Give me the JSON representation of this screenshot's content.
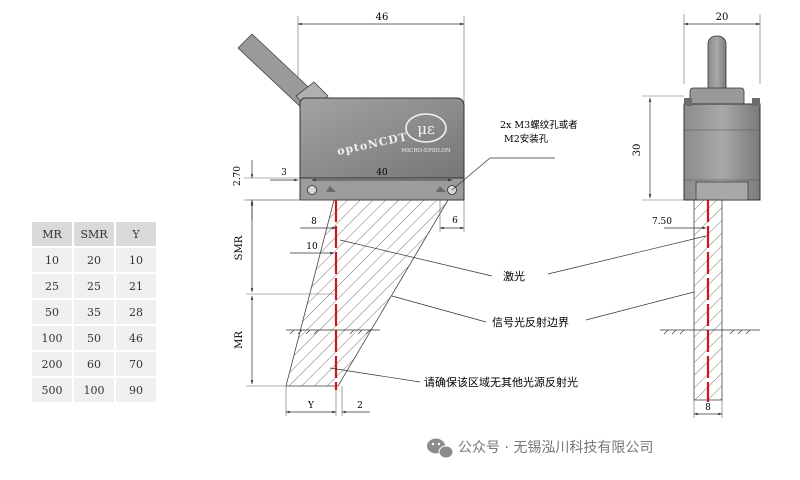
{
  "table": {
    "headers": [
      "MR",
      "SMR",
      "Y"
    ],
    "rows": [
      [
        "10",
        "20",
        "10"
      ],
      [
        "25",
        "25",
        "21"
      ],
      [
        "50",
        "35",
        "28"
      ],
      [
        "100",
        "50",
        "46"
      ],
      [
        "200",
        "60",
        "70"
      ],
      [
        "500",
        "100",
        "90"
      ]
    ]
  },
  "dims": {
    "width_top": "46",
    "side_width": "20",
    "hole_offset": "3",
    "hole_spacing": "40",
    "height_270": "2.70",
    "side_height": "30",
    "offset_8": "8",
    "offset_10": "10",
    "right_6": "6",
    "side_750": "7.50",
    "side_bottom": "8",
    "y_label": "Y",
    "bottom_2": "2",
    "smr_label": "SMR",
    "mr_label": "MR"
  },
  "sensor": {
    "brand_text": "optoNCDT",
    "logo_text": "MICRO-EPSILON"
  },
  "annotations": {
    "mount_line1": "2x M3螺纹孔或者",
    "mount_line2": "M2安装孔",
    "laser": "激光",
    "signal_boundary": "信号光反射边界",
    "warning": "请确保该区域无其他光源反射光"
  },
  "watermark": "公众号 · 无锡泓川科技有限公司",
  "colors": {
    "laser": "#d0141c",
    "body": "#8a8a8a",
    "table_header": "#d9d9d9",
    "table_cell": "#efefef"
  }
}
